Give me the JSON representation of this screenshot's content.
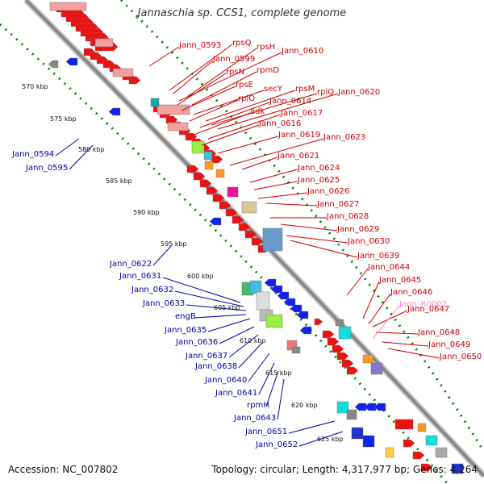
{
  "title": "Jannaschia sp. CCS1, complete genome",
  "accession": "Accession: NC_007802",
  "summary": "Topology: circular; Length: 4,317,977 bp; Genes: 4,264",
  "colors": {
    "forward_label": "#cc0000",
    "reverse_label": "#0000aa",
    "rna_label": "#ff88cc",
    "backbone": "#888888",
    "ticks": "#008800"
  },
  "kbp_ticks": [
    "570 kbp",
    "575 kbp",
    "580 kbp",
    "585 kbp",
    "590 kbp",
    "595 kbp",
    "600 kbp",
    "605 kbp",
    "610 kbp",
    "615 kbp",
    "620 kbp",
    "625 kbp"
  ],
  "forward_genes": [
    "Jann_0593",
    "rpsQ",
    "rpsH",
    "Jann_0610",
    "Jann_0599",
    "rpsN",
    "rpmD",
    "rpsE",
    "secY",
    "rpsM",
    "rplQ",
    "Jann_0620",
    "rplO",
    "Jann_0614",
    "adk",
    "Jann_0617",
    "Jann_0616",
    "Jann_0619",
    "Jann_0623",
    "Jann_0621",
    "Jann_0624",
    "Jann_0625",
    "Jann_0626",
    "Jann_0627",
    "Jann_0628",
    "Jann_0629",
    "Jann_0630",
    "Jann_0639",
    "Jann_0644",
    "Jann_0645",
    "Jann_0646",
    "Jann_0647",
    "Jann_0648",
    "Jann_0649",
    "Jann_0650"
  ],
  "rna_genes": [
    "Jann_R0007"
  ],
  "reverse_genes": [
    "Jann_0594",
    "Jann_0595",
    "Jann_0622",
    "Jann_0631",
    "Jann_0632",
    "Jann_0633",
    "engB",
    "Jann_0635",
    "Jann_0636",
    "Jann_0637",
    "Jann_0638",
    "Jann_0640",
    "Jann_0641",
    "rpmH",
    "Jann_0643",
    "Jann_0651",
    "Jann_0652"
  ]
}
